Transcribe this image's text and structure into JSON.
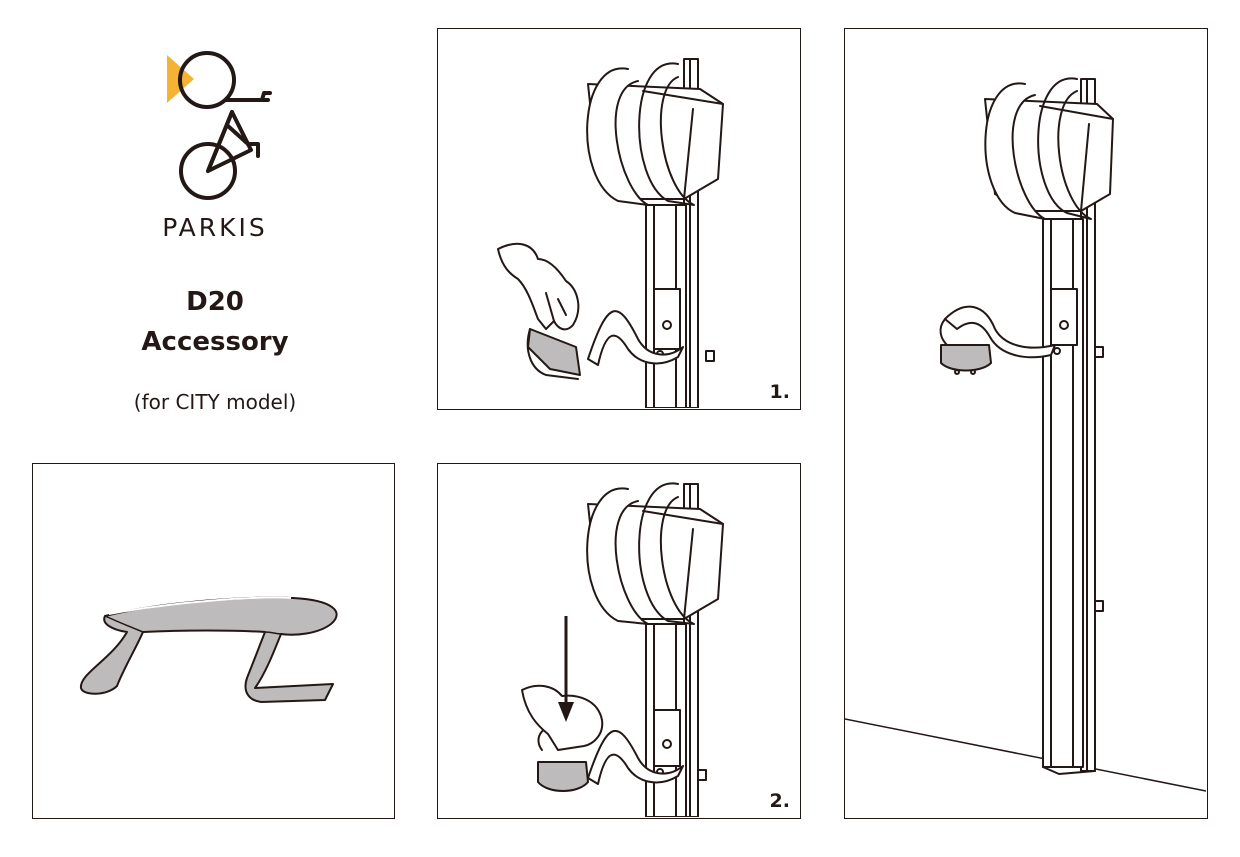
{
  "brand": {
    "name": "PARKIS",
    "logo_icon": "bicycle-logo-icon",
    "accent": "#F5B335"
  },
  "product": {
    "title_line1": "D20",
    "title_line2": "Accessory",
    "subtitle": "(for CITY model)"
  },
  "steps": [
    {
      "label": "1."
    },
    {
      "label": "2."
    }
  ],
  "colors": {
    "ink": "#231815",
    "part_fill": "#bdbbbb",
    "background": "#ffffff"
  }
}
